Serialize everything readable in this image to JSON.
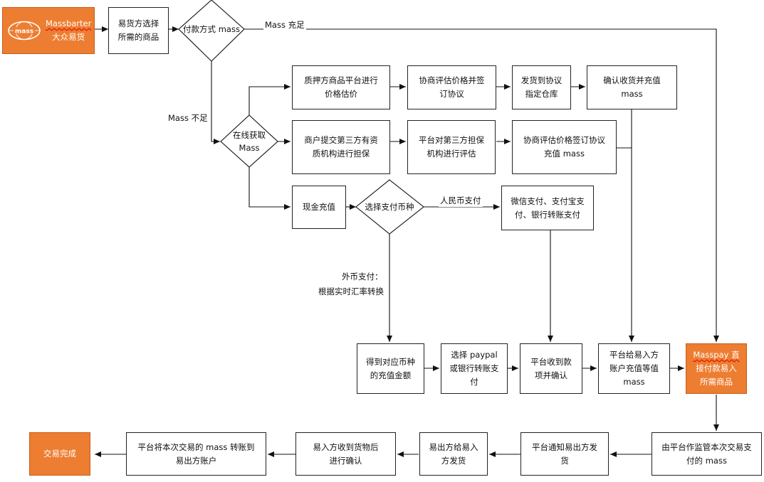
{
  "nodes": {
    "start": {
      "line1": "Massbarter",
      "line2": "大众易货"
    },
    "select_goods": {
      "line1": "易货方选择",
      "line2": "所需的商品"
    },
    "pay_method": {
      "line1": "付款方式",
      "line2": "mass"
    },
    "get_mass": {
      "line1": "在线获取",
      "line2": "Mass"
    },
    "pledge_valuation": {
      "line1": "质押方商品平台进行",
      "line2": "价格估价"
    },
    "negotiate_sign": {
      "line1": "协商评估价格并签",
      "line2": "订协议"
    },
    "ship_warehouse": {
      "line1": "发货到协议",
      "line2": "指定仓库"
    },
    "confirm_recharge": {
      "line1": "确认收货并充值",
      "line2": "mass"
    },
    "third_party_guarantee": {
      "line1": "商户提交第三方有资",
      "line2": "质机构进行担保"
    },
    "platform_evaluate": {
      "line1": "平台对第三方担保",
      "line2": "机构进行评估"
    },
    "negotiate_recharge": {
      "line1": "协商评估价格签订协议",
      "line2": "充值 mass"
    },
    "cash_recharge": {
      "line1": "现金充值"
    },
    "choose_currency": {
      "line1": "选择支付币种"
    },
    "rmb_methods": {
      "line1": "微信支付、支付宝支",
      "line2": "付、银行转账支付"
    },
    "get_amount": {
      "line1": "得到对应币种",
      "line2": "的充值金额"
    },
    "paypal": {
      "line1": "选择 paypal",
      "line2": "或银行转账支",
      "line3": "付"
    },
    "receive_payment": {
      "line1": "平台收到款",
      "line2": "项并确认"
    },
    "platform_recharge": {
      "line1": "平台给易入方",
      "line2": "账户充值等值",
      "line3": "mass"
    },
    "masspay": {
      "line1": "Masspay 直",
      "line2": "接付款易入",
      "line3": "所需商品"
    },
    "supervise": {
      "line1": "由平台作监管本次交易支",
      "line2": "付的 mass"
    },
    "notify_ship": {
      "line1": "平台通知易出方发",
      "line2": "货"
    },
    "seller_ship": {
      "line1": "易出方给易入",
      "line2": "方发货"
    },
    "buyer_confirm": {
      "line1": "易入方收到货物后",
      "line2": "进行确认"
    },
    "transfer": {
      "line1": "平台将本次交易的 mass 转账到",
      "line2": "易出方账户"
    },
    "done": {
      "line1": "交易完成"
    }
  },
  "edges": {
    "mass_enough": "Mass 充足",
    "mass_insufficient": "Mass 不足",
    "rmb_pay": "人民币支付",
    "foreign_pay_1": "外币支付：",
    "foreign_pay_2": "根据实时汇率转换"
  },
  "logo": {
    "badge_text": "mass"
  },
  "colors": {
    "accent": "#ed7d31",
    "line": "#111111"
  }
}
